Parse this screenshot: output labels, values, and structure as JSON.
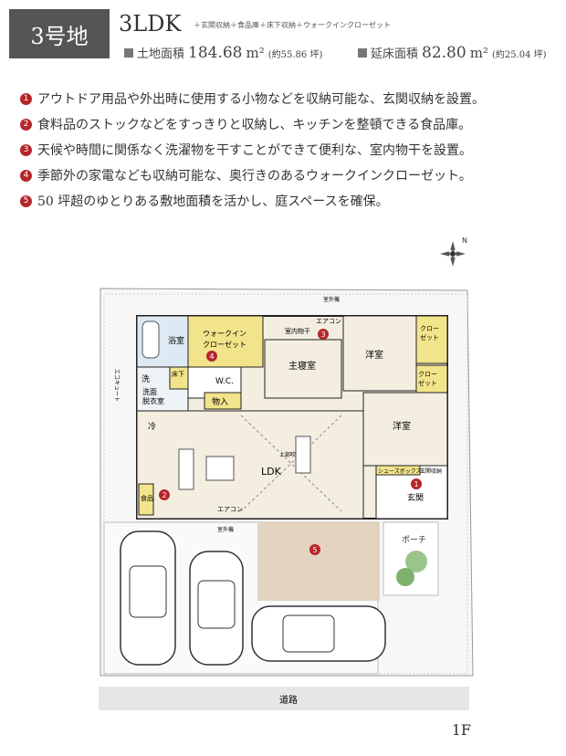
{
  "header": {
    "lot_label": "3号地",
    "layout": "3LDK",
    "layout_extras": "＋玄関収納＋食品庫＋床下収納＋ウォークインクローゼット",
    "land_area": {
      "label": "土地面積",
      "value": "184.68",
      "unit": "m²",
      "sub": "(約55.86 坪)"
    },
    "floor_area": {
      "label": "延床面積",
      "value": "82.80",
      "unit": "m²",
      "sub": "(約25.04 坪)"
    }
  },
  "features": [
    {
      "num": "1",
      "text": "アウトドア用品や外出時に使用する小物などを収納可能な、玄関収納を設置。"
    },
    {
      "num": "2",
      "text": "食料品のストックなどをすっきりと収納し、キッチンを整頓できる食品庫。"
    },
    {
      "num": "3",
      "text": "天候や時間に関係なく洗濯物を干すことができて便利な、室内物干を設置。"
    },
    {
      "num": "4",
      "text": "季節外の家電なども収納可能な、奥行きのあるウォークインクローゼット。"
    },
    {
      "num": "5",
      "text": "50 坪超のゆとりある敷地面積を活かし、庭スペースを確保。"
    }
  ],
  "compass": {
    "north": "N"
  },
  "rooms": {
    "bath": "浴室",
    "wash": "洗",
    "laundry": "洗面\n脱衣室",
    "wic": "ウォークイン\nクローゼット",
    "wc": "W.C.",
    "underfloor": "床下\n収納",
    "storage": "物入",
    "fridge": "冷",
    "pantry": "食品庫",
    "master": "主寝室",
    "western1": "洋室",
    "western2": "洋室",
    "closet1": "クローゼット",
    "closet2": "クロー\nゼット",
    "ldk": "LDK",
    "entrance": "玄関",
    "shoebox": "シューズボックス",
    "entrance_storage": "玄関収納",
    "porch": "ポーチ",
    "ecocute": "エコキュート",
    "outdoor_unit1": "室外機",
    "outdoor_unit2": "室外機",
    "aircon1": "エアコン",
    "aircon2": "エアコン",
    "indoor_dry": "室内物干",
    "upper_void": "上部吹抜",
    "road": "道路"
  },
  "markers": [
    "1",
    "2",
    "3",
    "4",
    "5"
  ],
  "floor_label": "1F",
  "colors": {
    "accent": "#b5262a",
    "header_box": "#555555",
    "storage": "#f2e48a",
    "floor": "#f3eee0",
    "garden": "#e3d3c0",
    "road": "#e6e6e6"
  }
}
